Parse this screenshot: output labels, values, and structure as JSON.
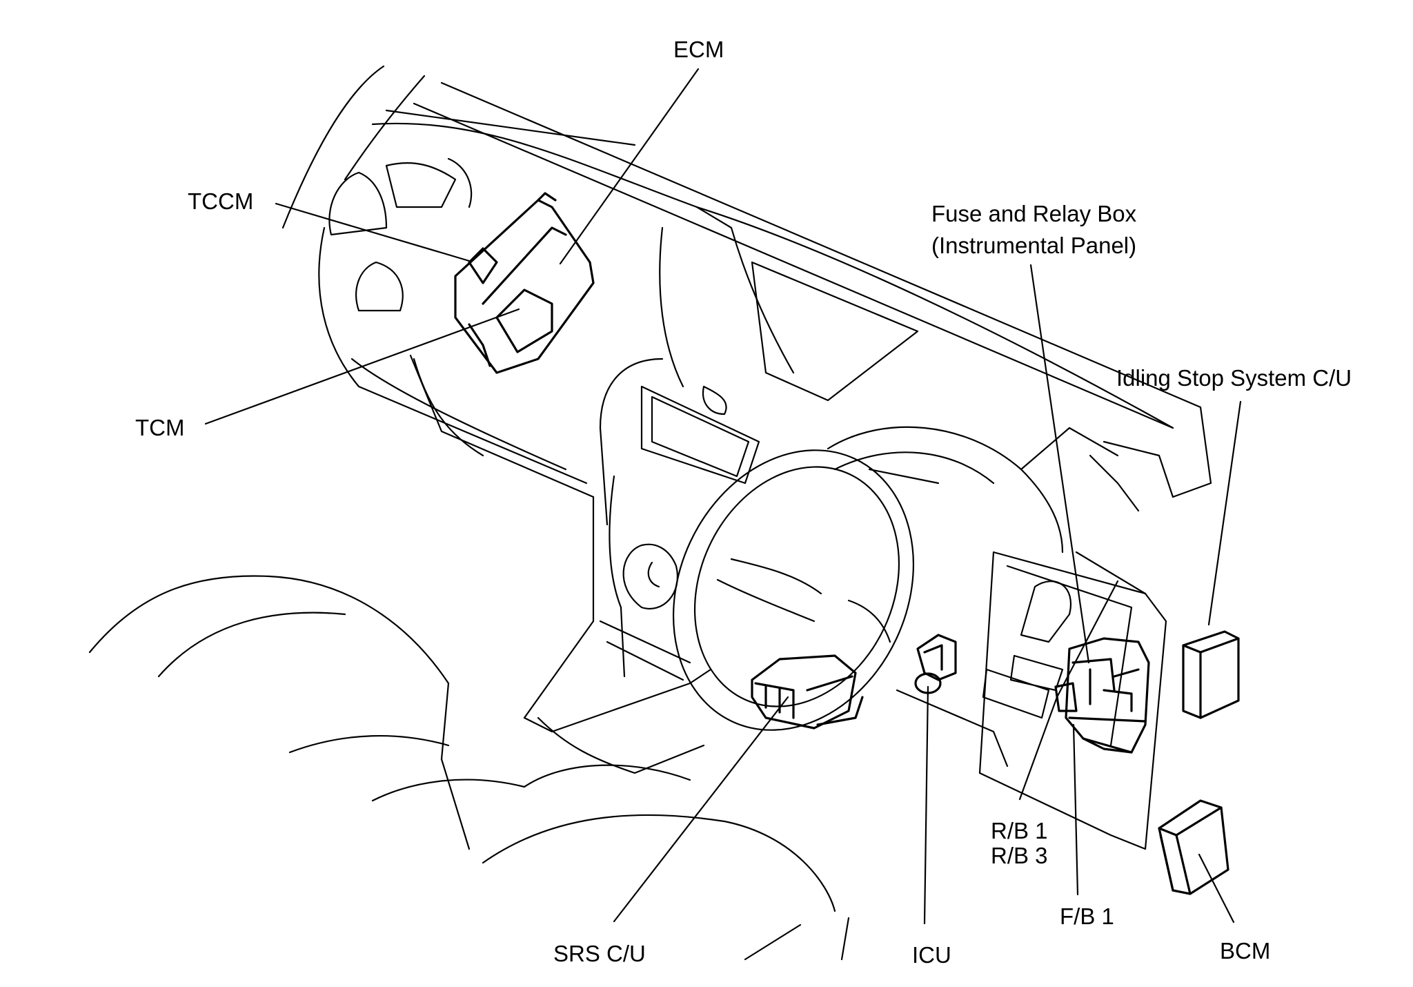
{
  "labels": {
    "ecm": "ECM",
    "tccm": "TCCM",
    "tcm": "TCM",
    "fuse_relay_line1": "Fuse and Relay Box",
    "fuse_relay_line2": "(Instrumental Panel)",
    "idling_stop": "Idling Stop System C/U",
    "rb1": "R/B 1",
    "rb3": "R/B 3",
    "fb1": "F/B 1",
    "srs": "SRS C/U",
    "icu": "ICU",
    "bcm": "BCM"
  }
}
